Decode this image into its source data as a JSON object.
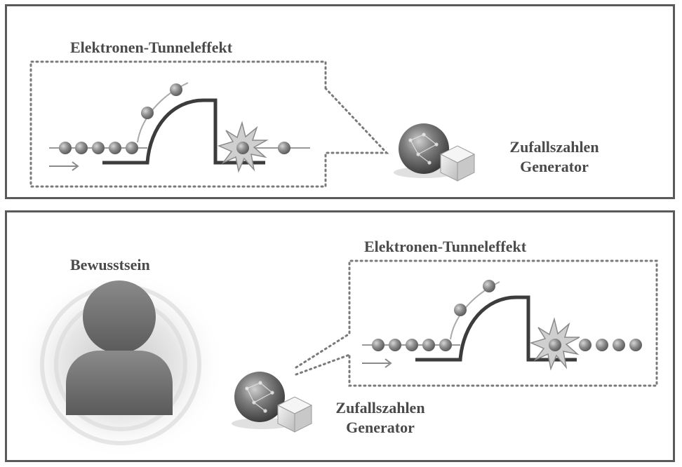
{
  "top_panel": {
    "tunnel_title": "Elektronen-Tunneleffekt",
    "generator_line1": "Zufallszahlen",
    "generator_line2": "Generator"
  },
  "bottom_panel": {
    "consciousness_label": "Bewusstsein",
    "tunnel_title": "Elektronen-Tunneleffekt",
    "generator_line1": "Zufallszahlen",
    "generator_line2": "Generator"
  },
  "colors": {
    "frame": "#5a5a5a",
    "text": "#4a4a4a",
    "electron": "#8a8a8a",
    "barrier": "#3c3c3c"
  }
}
